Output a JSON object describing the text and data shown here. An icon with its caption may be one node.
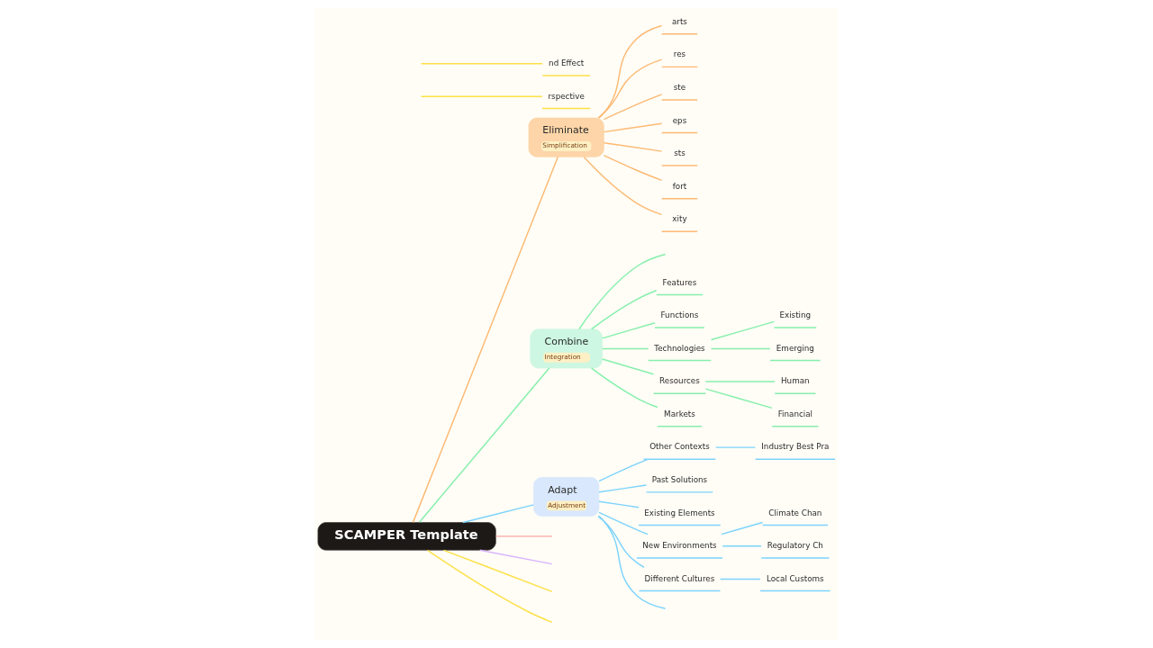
{
  "diagram": {
    "nodes": [
      {
        "text": [
          "SCAMPER Template"
        ]
      },
      {
        "text": [
          "rspective"
        ]
      },
      {
        "text": [
          "nd Effect"
        ]
      },
      {
        "text": [
          "Eliminate",
          "Simplification"
        ]
      },
      {
        "text": [
          "arts"
        ]
      },
      {
        "text": [
          "res"
        ]
      },
      {
        "text": [
          "ste"
        ]
      },
      {
        "text": [
          "eps"
        ]
      },
      {
        "text": [
          "sts"
        ]
      },
      {
        "text": [
          "fort"
        ]
      },
      {
        "text": [
          "xity"
        ]
      },
      {
        "text": [
          "Combine",
          "Integration"
        ]
      },
      {
        "text": [
          "Features"
        ]
      },
      {
        "text": [
          "Functions"
        ]
      },
      {
        "text": [
          "Technologies"
        ]
      },
      {
        "text": [
          "Existing"
        ]
      },
      {
        "text": [
          "Emerging"
        ]
      },
      {
        "text": [
          "Resources"
        ]
      },
      {
        "text": [
          "Human"
        ]
      },
      {
        "text": [
          "Financial"
        ]
      },
      {
        "text": [
          "Markets"
        ]
      },
      {
        "text": [
          "Adapt",
          "Adjustment"
        ]
      },
      {
        "text": [
          "Other Contexts"
        ]
      },
      {
        "text": [
          "Industry Best Pra"
        ]
      },
      {
        "text": [
          "Past Solutions"
        ]
      },
      {
        "text": [
          "Existing Elements"
        ]
      },
      {
        "text": [
          "New Environments"
        ]
      },
      {
        "text": [
          "Climate Chan"
        ]
      },
      {
        "text": [
          "Regulatory Ch"
        ]
      },
      {
        "text": [
          "Different Cultures"
        ]
      },
      {
        "text": [
          "Local Customs"
        ]
      }
    ],
    "edges": [
      {
        "from": 0,
        "to": 3,
        "arrow": "none",
        "color": "#fdba74"
      },
      {
        "from": 0,
        "to": 11,
        "arrow": "none",
        "color": "#86efac"
      },
      {
        "from": 0,
        "to": 21,
        "arrow": "none",
        "color": "#7dd3fc"
      },
      {
        "from": 0,
        "to": null,
        "arrow": "none",
        "color": "#fde047"
      },
      {
        "from": 0,
        "to": null,
        "arrow": "none",
        "color": "#fde047"
      },
      {
        "from": 0,
        "to": null,
        "arrow": "none",
        "color": "#d8b4fe"
      },
      {
        "from": 0,
        "to": null,
        "arrow": "none",
        "color": "#fca5a5"
      },
      {
        "from": null,
        "to": 1,
        "arrow": "none",
        "color": "#fde047"
      },
      {
        "from": null,
        "to": 2,
        "arrow": "none",
        "color": "#fde047"
      },
      {
        "from": 3,
        "to": 4,
        "arrow": "none",
        "color": "#fdba74"
      },
      {
        "from": 3,
        "to": 5,
        "arrow": "none",
        "color": "#fdba74"
      },
      {
        "from": 3,
        "to": 6,
        "arrow": "none",
        "color": "#fdba74"
      },
      {
        "from": 3,
        "to": 7,
        "arrow": "none",
        "color": "#fdba74"
      },
      {
        "from": 3,
        "to": 8,
        "arrow": "none",
        "color": "#fdba74"
      },
      {
        "from": 3,
        "to": 9,
        "arrow": "none",
        "color": "#fdba74"
      },
      {
        "from": 3,
        "to": 10,
        "arrow": "none",
        "color": "#fdba74"
      },
      {
        "from": 11,
        "to": null,
        "arrow": "none",
        "color": "#86efac"
      },
      {
        "from": 11,
        "to": 12,
        "arrow": "none",
        "color": "#86efac"
      },
      {
        "from": 11,
        "to": 13,
        "arrow": "none",
        "color": "#86efac"
      },
      {
        "from": 11,
        "to": 14,
        "arrow": "none",
        "color": "#86efac"
      },
      {
        "from": 14,
        "to": 15,
        "arrow": "none",
        "color": "#86efac"
      },
      {
        "from": 14,
        "to": 16,
        "arrow": "none",
        "color": "#86efac"
      },
      {
        "from": 11,
        "to": 17,
        "arrow": "none",
        "color": "#86efac"
      },
      {
        "from": 17,
        "to": 18,
        "arrow": "none",
        "color": "#86efac"
      },
      {
        "from": 17,
        "to": 19,
        "arrow": "none",
        "color": "#86efac"
      },
      {
        "from": 11,
        "to": 20,
        "arrow": "none",
        "color": "#86efac"
      },
      {
        "from": 21,
        "to": 22,
        "arrow": "none",
        "color": "#7dd3fc"
      },
      {
        "from": 22,
        "to": 23,
        "arrow": "none",
        "color": "#7dd3fc"
      },
      {
        "from": 21,
        "to": 24,
        "arrow": "none",
        "color": "#7dd3fc"
      },
      {
        "from": 21,
        "to": 25,
        "arrow": "none",
        "color": "#7dd3fc"
      },
      {
        "from": 21,
        "to": 26,
        "arrow": "none",
        "color": "#7dd3fc"
      },
      {
        "from": 26,
        "to": 27,
        "arrow": "none",
        "color": "#7dd3fc"
      },
      {
        "from": 26,
        "to": 28,
        "arrow": "none",
        "color": "#7dd3fc"
      },
      {
        "from": 21,
        "to": 29,
        "arrow": "none",
        "color": "#7dd3fc"
      },
      {
        "from": 29,
        "to": 30,
        "arrow": "none",
        "color": "#7dd3fc"
      },
      {
        "from": 21,
        "to": null,
        "arrow": "none",
        "color": "#7dd3fc"
      }
    ]
  }
}
